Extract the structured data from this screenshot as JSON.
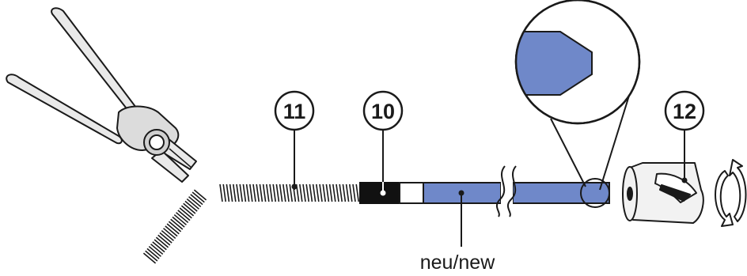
{
  "callouts": [
    {
      "id": "11",
      "label": "11"
    },
    {
      "id": "10",
      "label": "10"
    },
    {
      "id": "12",
      "label": "12"
    }
  ],
  "caption": "neu/new",
  "colors": {
    "line": "#1a1a1a",
    "tube_fill": "#6f88c9",
    "plier_fill": "#e9e9e9",
    "sharpener_fill": "#f2f2f2"
  },
  "icons": [
    "side-cutter-pliers-icon",
    "spring-icon",
    "tube-sleeve-icon",
    "sharpener-icon",
    "rotate-arrows-icon",
    "magnifier-circle-icon"
  ]
}
